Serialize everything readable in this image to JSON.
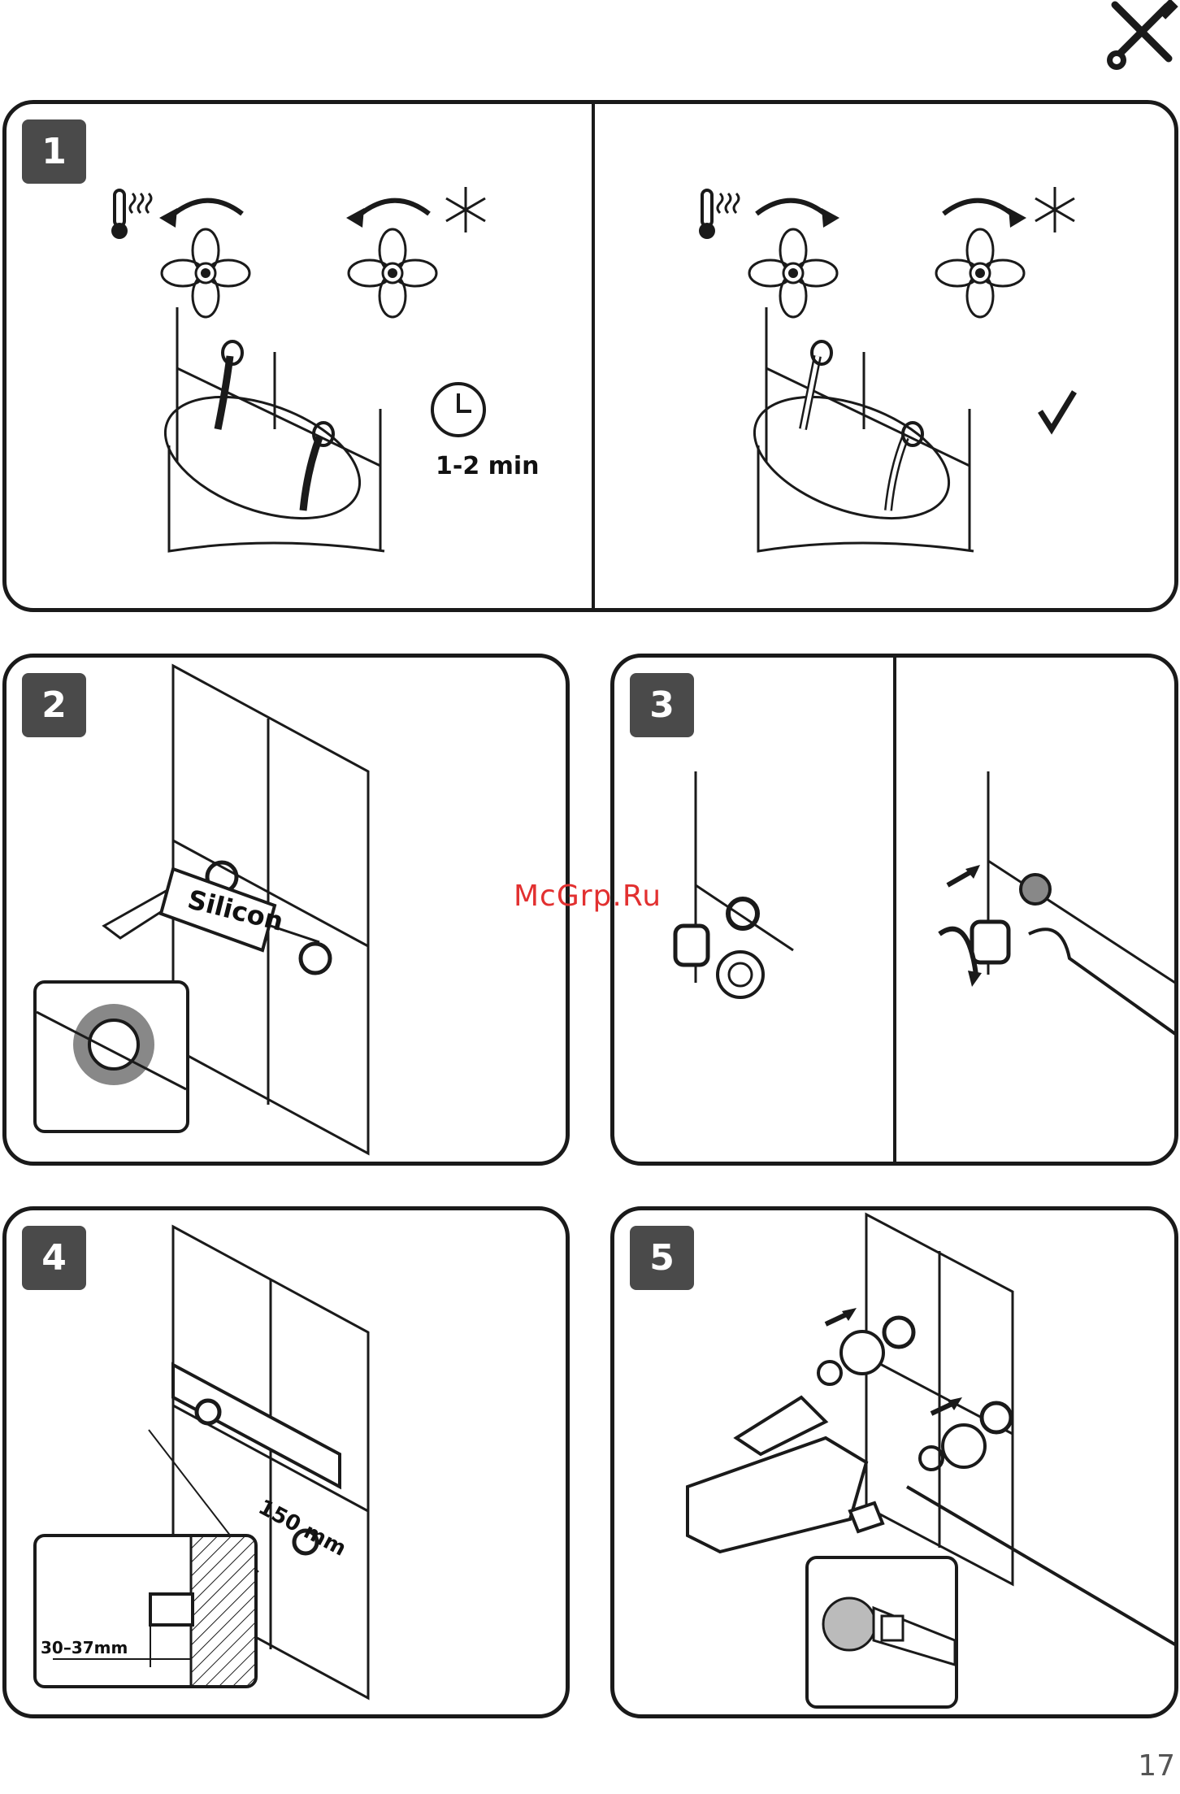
{
  "header": {
    "icon": "tools-icon"
  },
  "steps": [
    {
      "number": "1",
      "timer_label": "1-2 min"
    },
    {
      "number": "2",
      "product_label": "Silicon"
    },
    {
      "number": "3"
    },
    {
      "number": "4",
      "spacing_label": "150 mm",
      "depth_label": "30–37mm"
    },
    {
      "number": "5"
    }
  ],
  "watermark": "McGrp.Ru",
  "page_number": "17",
  "colors": {
    "line": "#1a1a1a",
    "badge": "#4a4a4a",
    "watermark": "#e23030"
  }
}
